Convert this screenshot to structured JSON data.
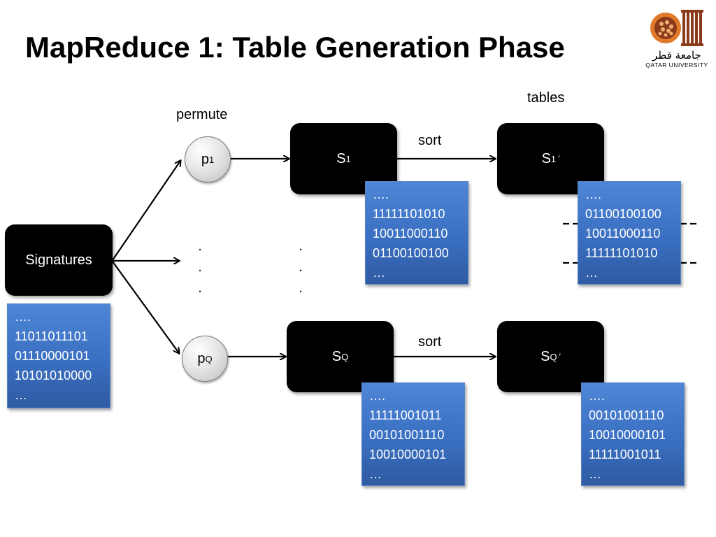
{
  "title": "MapReduce 1: Table Generation Phase",
  "logo": {
    "arabic": "جامعة قطر",
    "english": "QATAR UNIVERSITY"
  },
  "labels": {
    "permute": "permute",
    "tables": "tables",
    "sort_top": "sort",
    "sort_bottom": "sort"
  },
  "signatures": {
    "label": "Signatures",
    "data": [
      "….",
      "11011011101",
      "01110000101",
      "10101010000",
      "…"
    ]
  },
  "permutations": {
    "p1": {
      "base": "p",
      "sub": "1"
    },
    "pQ": {
      "base": "p",
      "sub": "Q"
    }
  },
  "tables": {
    "s1": {
      "base": "S",
      "sub": "1",
      "data": [
        "….",
        "11111101010",
        "10011000110",
        "01100100100",
        "…"
      ]
    },
    "s1_sorted": {
      "base": "S",
      "sub": "1",
      "prime": "′",
      "data": [
        "….",
        "01100100100",
        "10011000110",
        "11111101010",
        "…"
      ]
    },
    "sQ": {
      "base": "S",
      "sub": "Q",
      "data": [
        "….",
        "11111001011",
        "00101001110",
        "10010000101",
        "…"
      ]
    },
    "sQ_sorted": {
      "base": "S",
      "sub": "Q",
      "prime": "′",
      "data": [
        "….",
        "00101001110",
        "10010000101",
        "11111001011",
        "…"
      ]
    }
  },
  "ellipsis": {
    "dot": "."
  },
  "colors": {
    "box": "#000000",
    "data_box": "#3a6fc1",
    "arrow": "#000000"
  }
}
